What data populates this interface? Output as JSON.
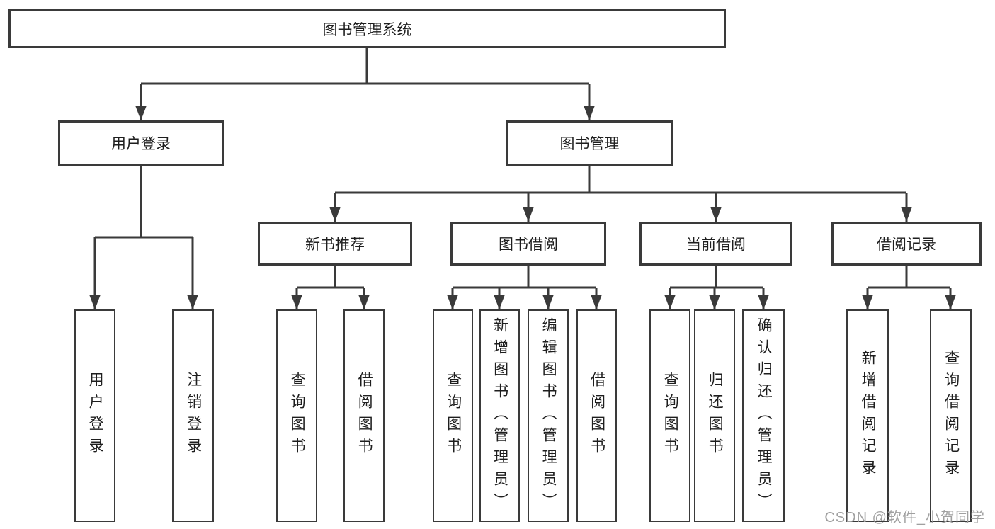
{
  "diagram": {
    "root": {
      "label": "图书管理系统"
    },
    "branches": [
      {
        "label": "用户登录",
        "children": [
          {
            "label": "用户登录"
          },
          {
            "label": "注销登录"
          }
        ]
      },
      {
        "label": "图书管理",
        "children": [
          {
            "label": "新书推荐",
            "children": [
              {
                "label": "查询图书"
              },
              {
                "label": "借阅图书"
              }
            ]
          },
          {
            "label": "图书借阅",
            "children": [
              {
                "label": "查询图书"
              },
              {
                "label": "新增图书（管理员）"
              },
              {
                "label": "编辑图书（管理员）"
              },
              {
                "label": "借阅图书"
              }
            ]
          },
          {
            "label": "当前借阅",
            "children": [
              {
                "label": "查询图书"
              },
              {
                "label": "归还图书"
              },
              {
                "label": "确认归还（管理员）"
              }
            ]
          },
          {
            "label": "借阅记录",
            "children": [
              {
                "label": "新增借阅记录"
              },
              {
                "label": "查询借阅记录"
              }
            ]
          }
        ]
      }
    ]
  },
  "watermark": "CSDN @软件_小贺同学",
  "colors": {
    "line": "#3a3a3a",
    "text": "#1e1e1e",
    "watermark": "#a0a0a0",
    "background": "#ffffff"
  }
}
